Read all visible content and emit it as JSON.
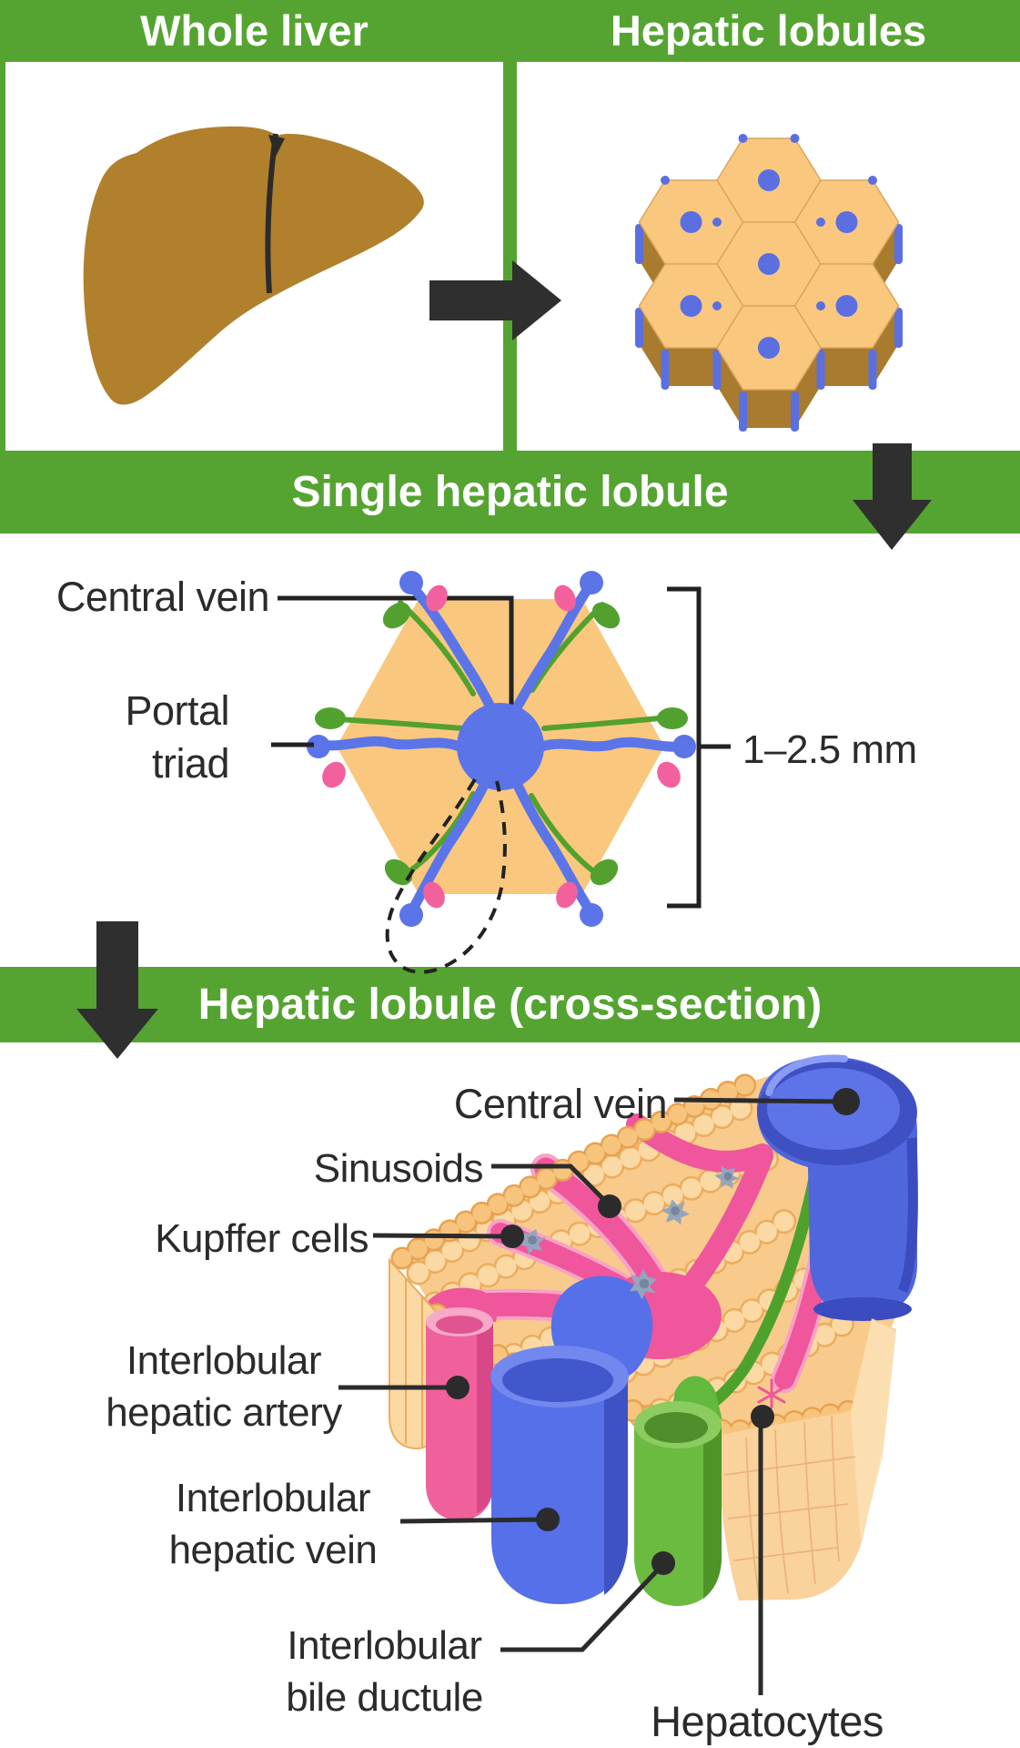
{
  "top": {
    "whole_liver_title": "Whole liver",
    "hepatic_lobules_title": "Hepatic lobules"
  },
  "single_lobule": {
    "title": "Single hepatic lobule",
    "central_vein_label": "Central vein",
    "portal_line1": "Portal",
    "portal_line2": "triad",
    "size_label": "1–2.5 mm"
  },
  "cross_section": {
    "title": "Hepatic lobule (cross-section)",
    "central_vein_label": "Central vein",
    "sinusoids_label": "Sinusoids",
    "kupffer_label": "Kupffer cells",
    "artery_line1": "Interlobular",
    "artery_line2": "hepatic artery",
    "vein_line1": "Interlobular",
    "vein_line2": "hepatic vein",
    "bile_line1": "Interlobular",
    "bile_line2": "bile ductule",
    "hepatocytes_label": "Hepatocytes"
  },
  "colors": {
    "accent_green": "#55A431",
    "label_dark": "#2B2B2B",
    "arrow_dark": "#2F2F2F",
    "liver_brown": "#B1802C",
    "lobule_face_orange": "#F9C87E",
    "lobule_side_brown": "#A87B2F",
    "vein_blue": "#5B6FE0",
    "bile_green": "#52A12F",
    "artery_pink": "#F2619E",
    "sinusoid_pink": "#F0569B",
    "hepatocyte_tan": "#F8CB8C",
    "kupffer_gray": "#96A5BE",
    "central_vein_blue": "#5066DC",
    "cylinder_blue": "#5570E8",
    "cylinder_green": "#6ABB3F"
  }
}
